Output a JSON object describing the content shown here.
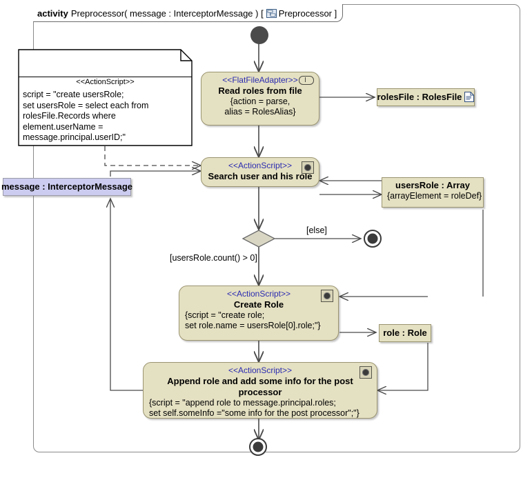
{
  "diagram": {
    "type": "uml-activity-diagram",
    "frame": {
      "keyword": "activity",
      "signature": "Preprocessor( message : InterceptorMessage ) [",
      "icon": "class-diagram-icon",
      "owner": "Preprocessor ]"
    },
    "colors": {
      "action_fill": "#e4e0c2",
      "action_stroke": "#9a9470",
      "object_lavender_fill": "#ccccf0",
      "stereotype_text": "#2a2ab0",
      "connector": "#4a4a4a",
      "frame_stroke": "#8a8a8a",
      "background": "#ffffff"
    }
  },
  "note": {
    "stereotype": "<<ActionScript>>",
    "lines": [
      "script = \"create usersRole;",
      "set usersRole = select each from",
      "rolesFile.Records where",
      "element.userName =",
      "message.principal.userID;\""
    ]
  },
  "nodes": {
    "initial": {
      "name": "initial-node"
    },
    "read_roles": {
      "stereotype": "<<FlatFileAdapter>>",
      "name": "Read roles from file",
      "body": [
        "{action = parse,",
        "alias = RolesAlias}"
      ],
      "icon": "pin-icon"
    },
    "roles_file": {
      "label": "rolesFile : RolesFile",
      "icon": "document-icon"
    },
    "search_user": {
      "stereotype": "<<ActionScript>>",
      "name": "Search user and his role",
      "icon": "gear-icon"
    },
    "message_obj": {
      "label": "message : InterceptorMessage"
    },
    "users_role": {
      "label": "usersRole : Array",
      "body": "{arrayElement = roleDef}"
    },
    "decision": {
      "name": "decision-diamond"
    },
    "final_else": {
      "name": "activity-final-node-else"
    },
    "create_role": {
      "stereotype": "<<ActionScript>>",
      "name": "Create Role",
      "body": [
        "{script = \"create role;",
        "set role.name = usersRole[0].role;\"}"
      ],
      "icon": "gear-icon"
    },
    "role_obj": {
      "label": "role : Role"
    },
    "append_role": {
      "stereotype": "<<ActionScript>>",
      "name": "Append role and add some info for the post processor",
      "body": [
        "{script = \"append role to message.principal.roles;",
        "set self.someInfo =\"some info for the post processor\";\"}"
      ],
      "icon": "gear-icon"
    },
    "final": {
      "name": "activity-final-node"
    }
  },
  "guards": {
    "else": "[else]",
    "count_gt_zero": "[usersRole.count() > 0]"
  }
}
